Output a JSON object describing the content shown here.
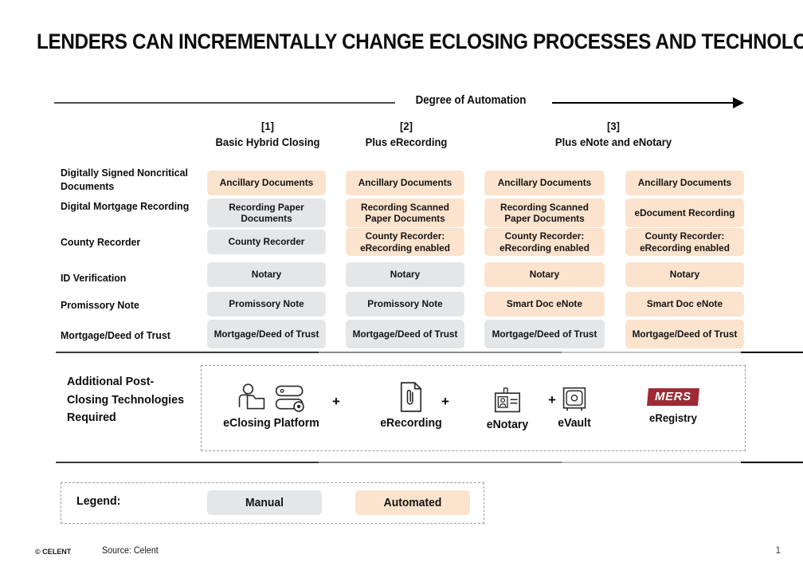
{
  "title": "LENDERS CAN INCREMENTALLY CHANGE ECLOSING PROCESSES AND TECHNOLOGIES",
  "axis": {
    "label": "Degree of Automation"
  },
  "colors": {
    "manual": "#E4E6E8",
    "automated": "#FCE3CD",
    "mers_red": "#9E2A35",
    "text": "#141414"
  },
  "columns": [
    {
      "num": "[1]",
      "name": "Basic Hybrid Closing"
    },
    {
      "num": "[2]",
      "name": "Plus eRecording"
    },
    {
      "num": "[3]",
      "name": "Plus eNote and eNotary"
    }
  ],
  "rows": [
    {
      "label": "Digitally Signed Noncritical Documents",
      "cells": [
        {
          "text": "Ancillary Documents",
          "state": "automated"
        },
        {
          "text": "Ancillary Documents",
          "state": "automated"
        },
        {
          "text": "Ancillary Documents",
          "state": "automated"
        },
        {
          "text": "Ancillary Documents",
          "state": "automated"
        }
      ]
    },
    {
      "label": "Digital Mortgage Recording",
      "cells": [
        {
          "text": "Recording Paper Documents",
          "state": "manual"
        },
        {
          "text": "Recording Scanned Paper Documents",
          "state": "automated"
        },
        {
          "text": "Recording Scanned Paper Documents",
          "state": "automated"
        },
        {
          "text": "eDocument Recording",
          "state": "automated"
        }
      ]
    },
    {
      "label": "County Recorder",
      "cells": [
        {
          "text": "County Recorder",
          "state": "manual"
        },
        {
          "text": "County Recorder: eRecording enabled",
          "state": "automated"
        },
        {
          "text": "County Recorder: eRecording enabled",
          "state": "automated"
        },
        {
          "text": "County Recorder: eRecording enabled",
          "state": "automated"
        }
      ]
    },
    {
      "label": "ID Verification",
      "cells": [
        {
          "text": "Notary",
          "state": "manual"
        },
        {
          "text": "Notary",
          "state": "manual"
        },
        {
          "text": "Notary",
          "state": "automated"
        },
        {
          "text": "Notary",
          "state": "automated"
        }
      ]
    },
    {
      "label": "Promissory Note",
      "cells": [
        {
          "text": "Promissory Note",
          "state": "manual"
        },
        {
          "text": "Promissory Note",
          "state": "manual"
        },
        {
          "text": "Smart Doc eNote",
          "state": "automated"
        },
        {
          "text": "Smart Doc eNote",
          "state": "automated"
        }
      ]
    },
    {
      "label": "Mortgage/Deed of Trust",
      "cells": [
        {
          "text": "Mortgage/Deed of Trust",
          "state": "manual"
        },
        {
          "text": "Mortgage/Deed of Trust",
          "state": "manual"
        },
        {
          "text": "Mortgage/Deed of Trust",
          "state": "manual"
        },
        {
          "text": "Mortgage/Deed of Trust",
          "state": "automated"
        }
      ]
    }
  ],
  "tech": {
    "label": "Additional Post-Closing Technologies Required",
    "items": [
      {
        "name": "eClosing Platform",
        "icons": [
          "person-folder-icon",
          "server-rack-icon"
        ]
      },
      {
        "name": "eRecording",
        "icons": [
          "document-paperclip-icon"
        ]
      },
      {
        "name": "eNotary",
        "icons": [
          "id-badge-icon"
        ]
      },
      {
        "name": "eVault",
        "icons": [
          "safe-vault-icon"
        ]
      },
      {
        "name": "eRegistry",
        "logo": "MERS"
      }
    ],
    "separators": [
      "+",
      "+",
      "+"
    ]
  },
  "legend": {
    "title": "Legend:",
    "chips": [
      {
        "label": "Manual",
        "state": "manual"
      },
      {
        "label": "Automated",
        "state": "automated"
      }
    ]
  },
  "footer": {
    "copyright": "© CELENT",
    "source": "Source: Celent",
    "page": "1"
  }
}
